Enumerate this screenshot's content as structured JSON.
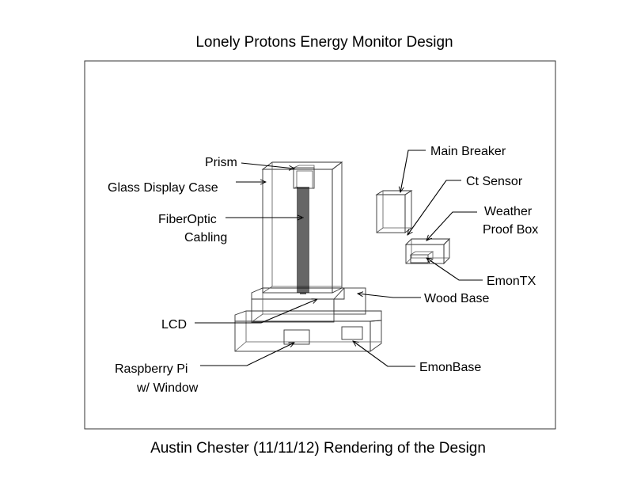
{
  "title": "Lonely Protons Energy Monitor Design",
  "caption": "Austin Chester (11/11/12) Rendering of the Design",
  "labels": {
    "prism": "Prism",
    "glass_display_case": "Glass Display Case",
    "fiber_optic_1": "FiberOptic",
    "fiber_optic_2": "Cabling",
    "lcd": "LCD",
    "raspberry_pi_1": "Raspberry Pi",
    "raspberry_pi_2": "w/ Window",
    "main_breaker": "Main Breaker",
    "ct_sensor": "Ct Sensor",
    "weather_proof_box_1": "Weather",
    "weather_proof_box_2": "Proof Box",
    "emontx": "EmonTX",
    "wood_base": "Wood Base",
    "emonbase": "EmonBase"
  }
}
